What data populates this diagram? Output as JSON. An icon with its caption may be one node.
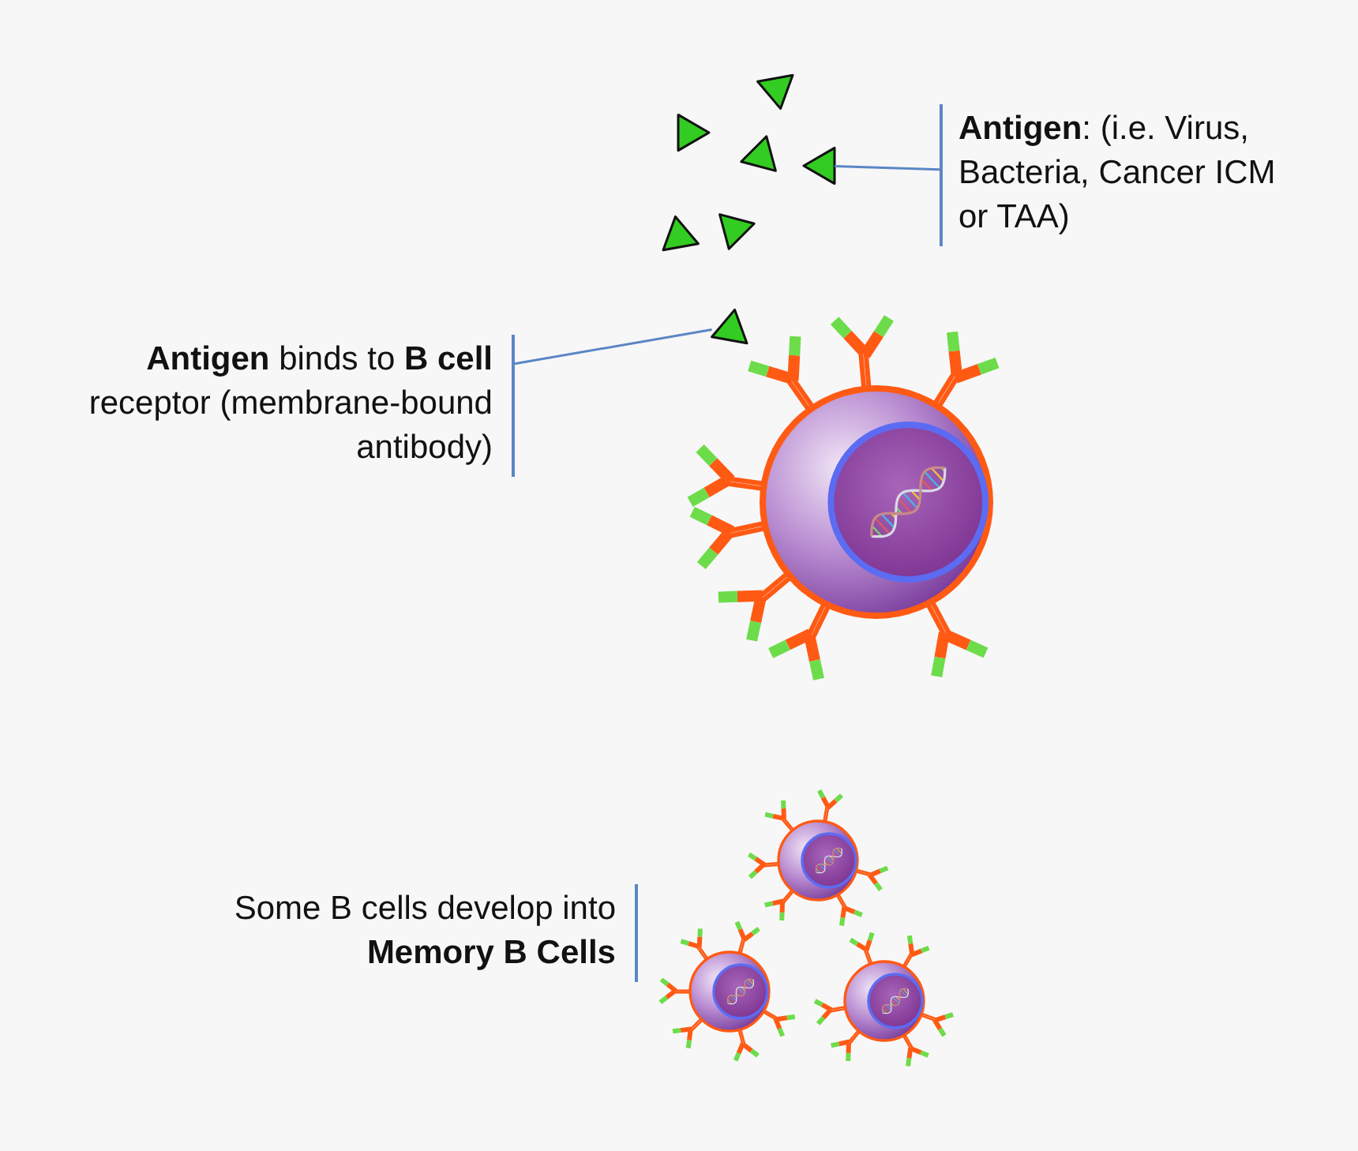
{
  "diagram": {
    "nodes": [
      {
        "text": [
          "**Antigen**: (i.e. Virus, Bacteria, Cancer ICM or TAA)"
        ]
      },
      {
        "text": [],
        "shape": "triangle"
      },
      {
        "text": [
          "**Antigen** binds to **B cell** receptor (membrane-bound antibody)"
        ]
      },
      {
        "text": [],
        "shape": "triangle"
      },
      {
        "text": [],
        "shape": "triangle"
      },
      {
        "text": [],
        "shape": "triangle"
      },
      {
        "text": [],
        "shape": "triangle"
      },
      {
        "text": [],
        "shape": "triangle"
      },
      {
        "text": [],
        "shape": "triangle"
      }
    ],
    "edges": [
      {
        "from": 0,
        "to": 1,
        "arrow": "none"
      },
      {
        "from": 2,
        "to": 3,
        "arrow": "none"
      }
    ],
    "labels": [
      "Some B cells develop into **Memory B Cells**"
    ]
  }
}
